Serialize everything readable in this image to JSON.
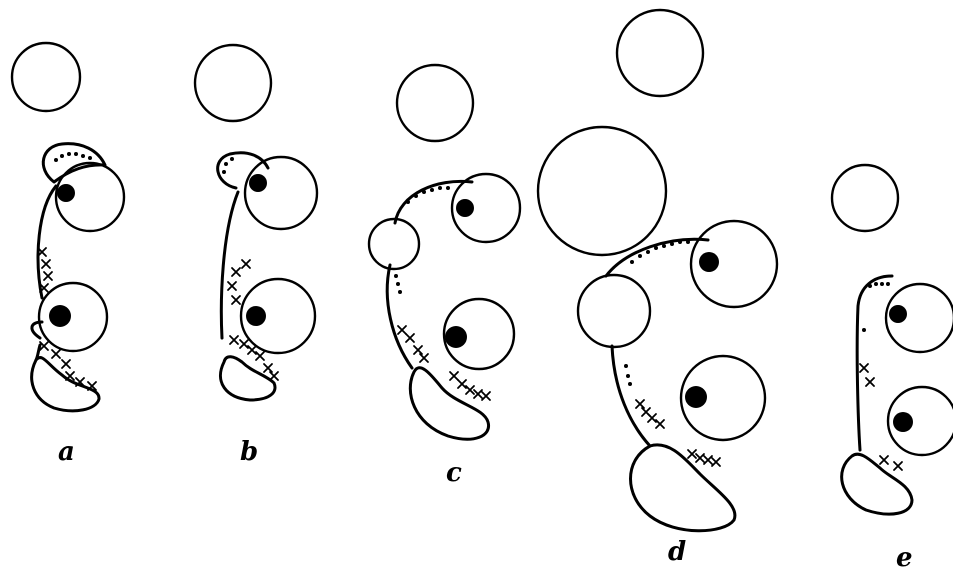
{
  "panels": [
    {
      "id": "a",
      "label": "a"
    },
    {
      "id": "b",
      "label": "b"
    },
    {
      "id": "c",
      "label": "c"
    },
    {
      "id": "d",
      "label": "d"
    },
    {
      "id": "e",
      "label": "e"
    }
  ],
  "colors": {
    "ink": "#000000",
    "background": "#ffffff"
  }
}
